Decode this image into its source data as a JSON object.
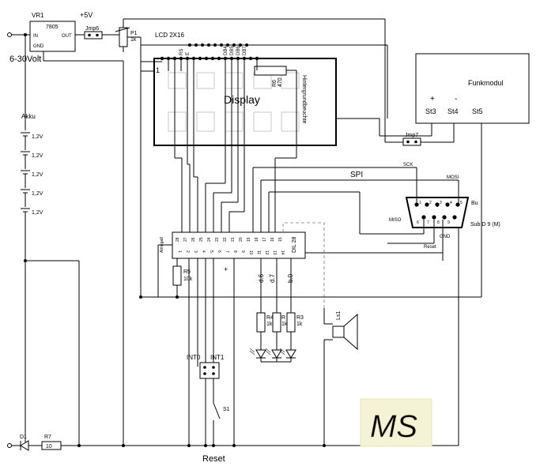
{
  "labels": {
    "vr1": "VR1",
    "vr1_part": "7805",
    "vr1_in": "IN",
    "vr1_out": "OUT",
    "vr1_gnd": "GND",
    "plus5v": "+5V",
    "jmp6": "Jmp6",
    "p1": "P1",
    "p1_val": "1k",
    "lcd": "LCD 2X16",
    "display": "Display",
    "input_voltage": "6-30Volt",
    "akku": "Akku",
    "cell_voltage": "1,2V",
    "r6": "R6",
    "r6_val": "470",
    "backlight": "Hintergrundbeuchte",
    "funkmodul": "Funkmodul",
    "plus": "+",
    "minus": "-",
    "st3": "St3",
    "st4": "St4",
    "st5": "St5",
    "jmp7": "Jmp7",
    "spi": "SPI",
    "sck": "SCK",
    "mosi": "MOSI",
    "miso": "MISO",
    "bu": "Bu",
    "subd": "Sub D 9 (M)",
    "gnd": "GND",
    "reset_pin": "Reset",
    "r5": "R5",
    "r5_val": "10k",
    "dil28": "DIL 28",
    "mcu_label": "Atmega8",
    "d6": "d.6",
    "d7": "d.7",
    "b0": "b.0",
    "r4": "R4",
    "r4_val": "1k",
    "r2": "R",
    "r2_val": "1k",
    "r3": "R3",
    "r3_val": "1k",
    "ls1": "Ls1",
    "int0": "INT0",
    "int1": "INT1",
    "s1": "S1",
    "d1": "D1",
    "r7": "R7",
    "r7_val": "10",
    "reset": "Reset",
    "logo": "MS",
    "lcd_rs": "RS",
    "lcd_e": "E",
    "lcd_db4": "DB4",
    "lcd_db5": "DB5",
    "lcd_db6": "DB6",
    "lcd_db7": "DB7",
    "lcd_pin1": "1"
  },
  "mcu_top_pins": [
    "28",
    "27",
    "26",
    "25",
    "24",
    "23",
    "22",
    "21",
    "20",
    "19",
    "18",
    "17",
    "16",
    "15"
  ],
  "mcu_bottom_pins": [
    "1",
    "2",
    "3",
    "4",
    "5",
    "6",
    "7",
    "8",
    "9",
    "10",
    "11",
    "12",
    "13",
    "14"
  ],
  "subd_pins_top": [
    "1",
    "2",
    "3",
    "4",
    "5"
  ],
  "subd_pins_bottom": [
    "6",
    "7",
    "8",
    "9"
  ]
}
